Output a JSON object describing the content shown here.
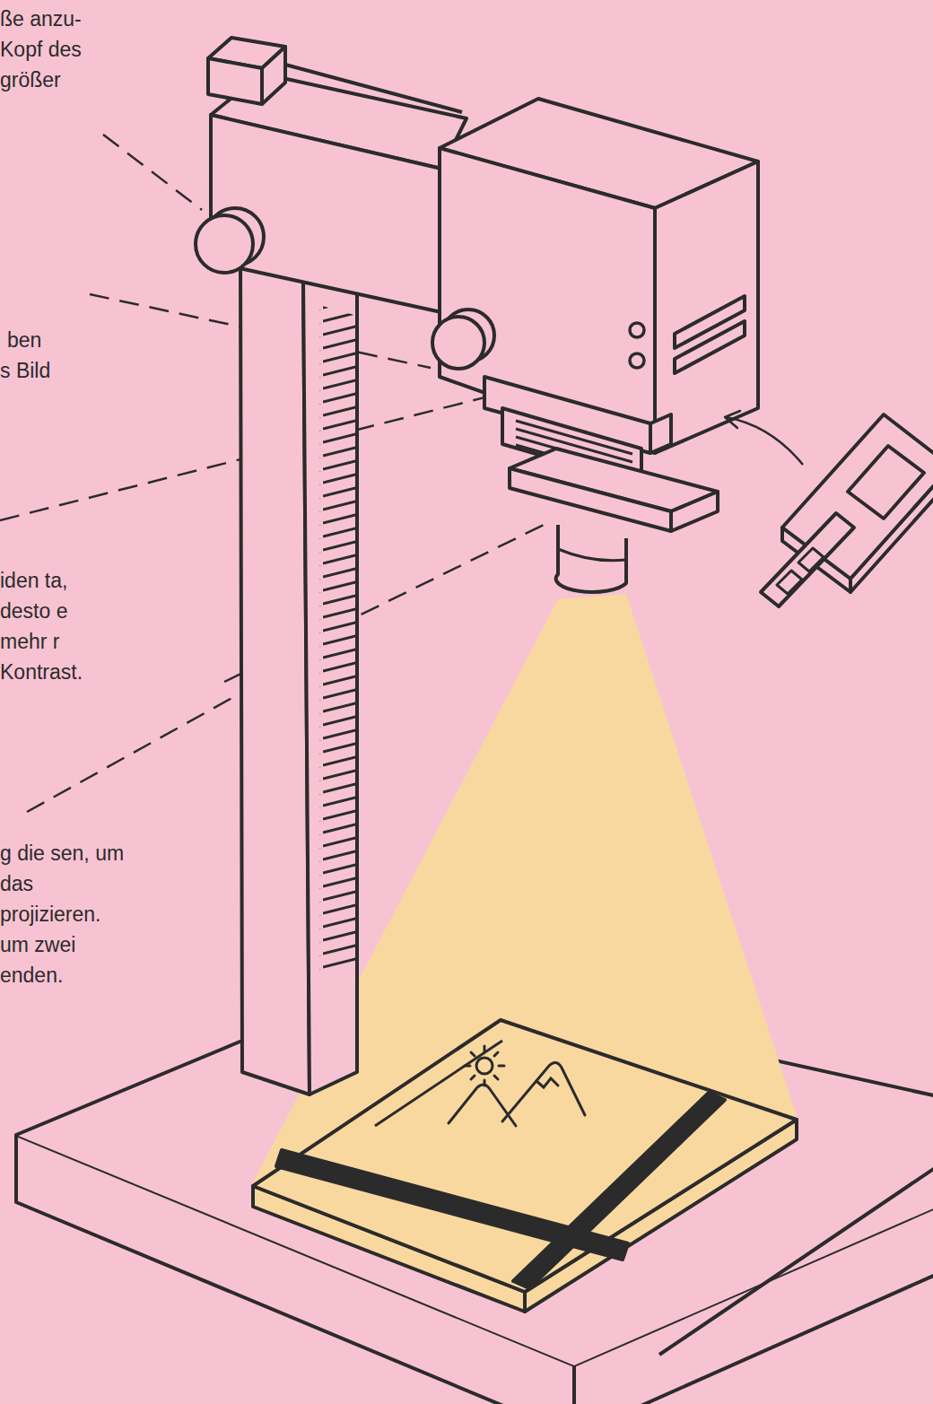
{
  "diagram": {
    "labels": [
      "ße anzu- Kopf des größer",
      "ben s Bild",
      "iden ta, desto e mehr r Kontrast.",
      "g die sen, um das projizieren. um zwei enden."
    ]
  }
}
